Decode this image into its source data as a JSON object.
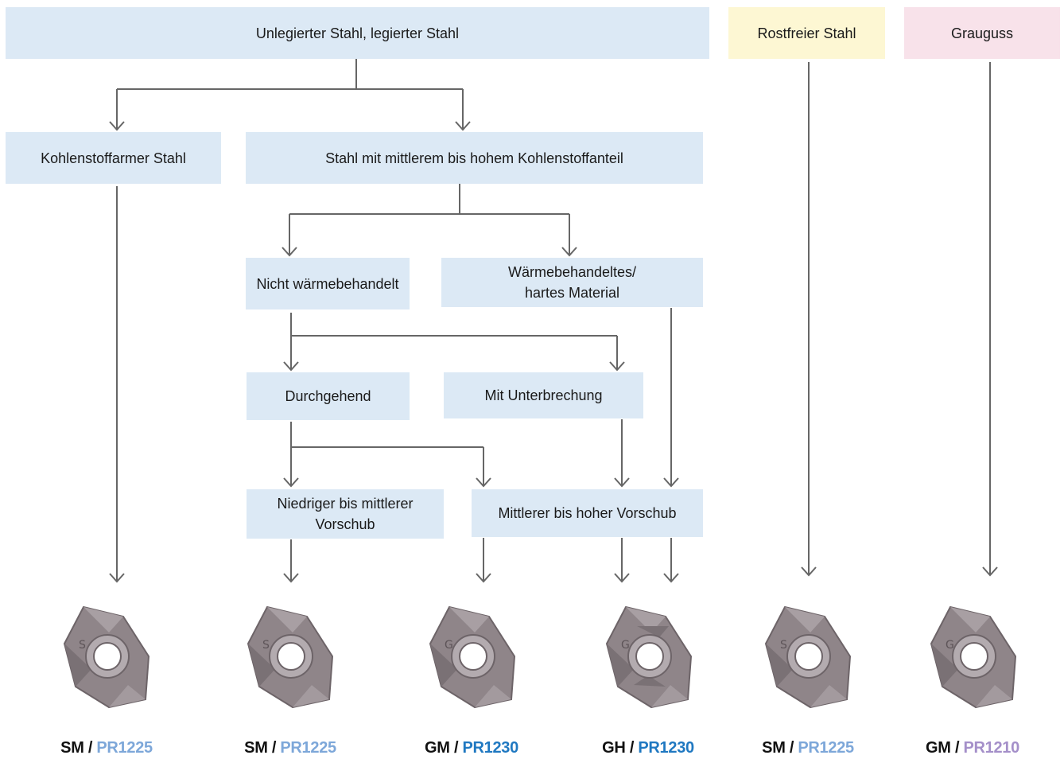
{
  "boxes": {
    "root_steel": "Unlegierter Stahl, legierter Stahl",
    "stainless": "Rostfreier Stahl",
    "cast_iron": "Grauguss",
    "low_carbon": "Kohlenstoffarmer Stahl",
    "mid_high_carbon": "Stahl mit mittlerem bis hohem Kohlenstoffanteil",
    "not_heat_treated": "Nicht wärmebehandelt",
    "heat_treated": "Wärmebehandeltes/\nhartes Material",
    "continuous": "Durchgehend",
    "interrupted": "Mit Unterbrechung",
    "low_mid_feed": "Niedriger bis mittlerer\nVorschub",
    "mid_high_feed": "Mittlerer bis hoher Vorschub"
  },
  "inserts": [
    {
      "chipbreaker": "SM",
      "separator": "/",
      "grade": "PR1225",
      "grade_color": "#7da7d9",
      "marking": "S"
    },
    {
      "chipbreaker": "SM",
      "separator": "/",
      "grade": "PR1225",
      "grade_color": "#7da7d9",
      "marking": "S"
    },
    {
      "chipbreaker": "GM",
      "separator": "/",
      "grade": "PR1230",
      "grade_color": "#1f78c1",
      "marking": "G"
    },
    {
      "chipbreaker": "GH",
      "separator": "/",
      "grade": "PR1230",
      "grade_color": "#1f78c1",
      "marking": "G"
    },
    {
      "chipbreaker": "SM",
      "separator": "/",
      "grade": "PR1225",
      "grade_color": "#7da7d9",
      "marking": "S"
    },
    {
      "chipbreaker": "GM",
      "separator": "/",
      "grade": "PR1210",
      "grade_color": "#a48fc9",
      "marking": "G"
    }
  ],
  "colors": {
    "box_blue": "#dce9f5",
    "box_yellow": "#fdf7d3",
    "box_pink": "#f8e2ea",
    "arrow": "#666666",
    "insert_body": "#8f8589"
  }
}
